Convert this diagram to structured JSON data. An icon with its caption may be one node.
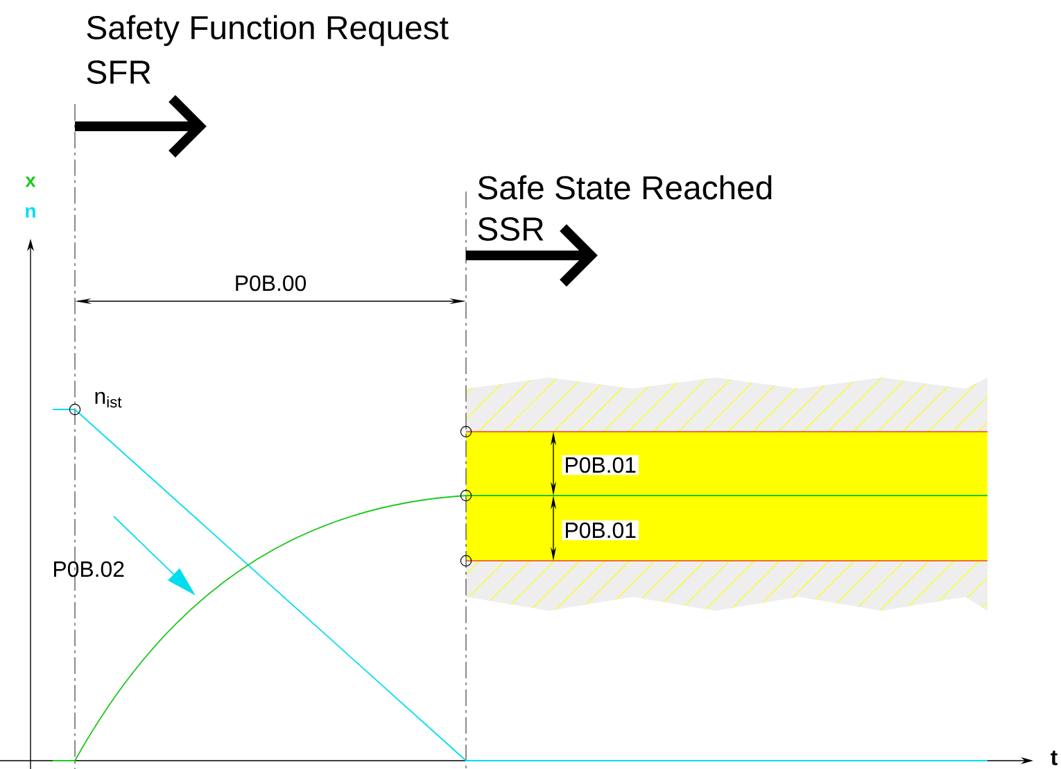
{
  "diagram": {
    "labels": [
      "Safety Function Request",
      "SFR",
      "x",
      "n",
      "Safe State Reached",
      "SSR",
      "P0B.00",
      "n$_{ist}$",
      "P0B.01",
      "P0B.01",
      "P0B.02",
      "t"
    ]
  }
}
